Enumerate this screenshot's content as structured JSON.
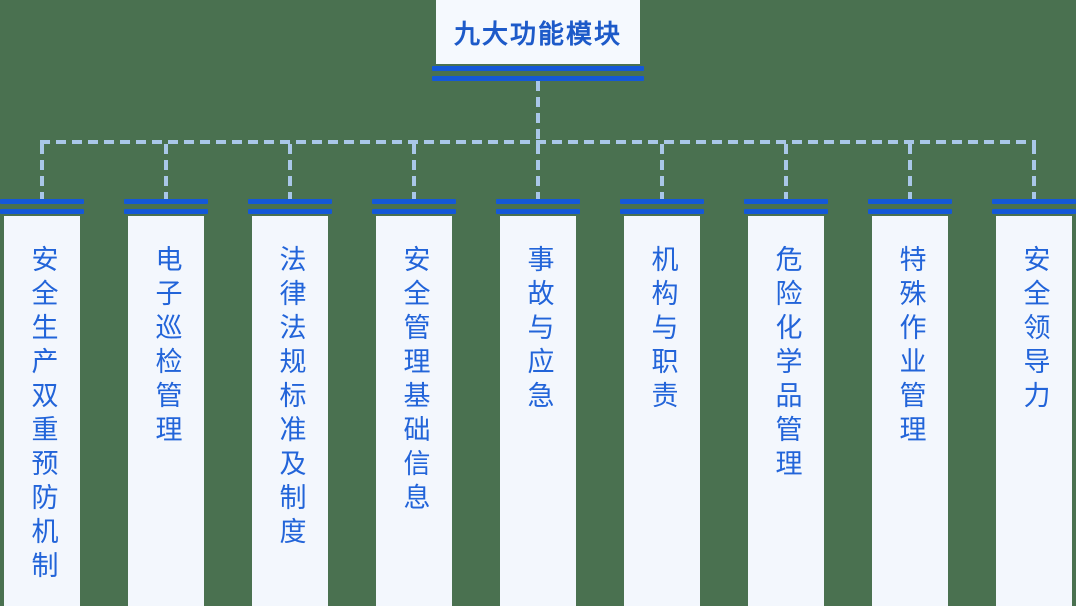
{
  "diagram": {
    "title": "九大功能模块",
    "modules": [
      "安全生产双重预防机制",
      "电子巡检管理",
      "法律法规标准及制度",
      "安全管理基础信息",
      "事故与应急",
      "机构与职责",
      "危险化学品管理",
      "特殊作业管理",
      "安全领导力"
    ],
    "colors": {
      "page_background": "#4a7150",
      "accent_blue": "#1458d8",
      "module_text_blue": "#2264d9",
      "title_text_blue": "#1d5ac9",
      "dash_blue": "#a9c7e8",
      "panel_background": "#f3f7fd",
      "title_panel_background": "#f5f9fe"
    }
  }
}
